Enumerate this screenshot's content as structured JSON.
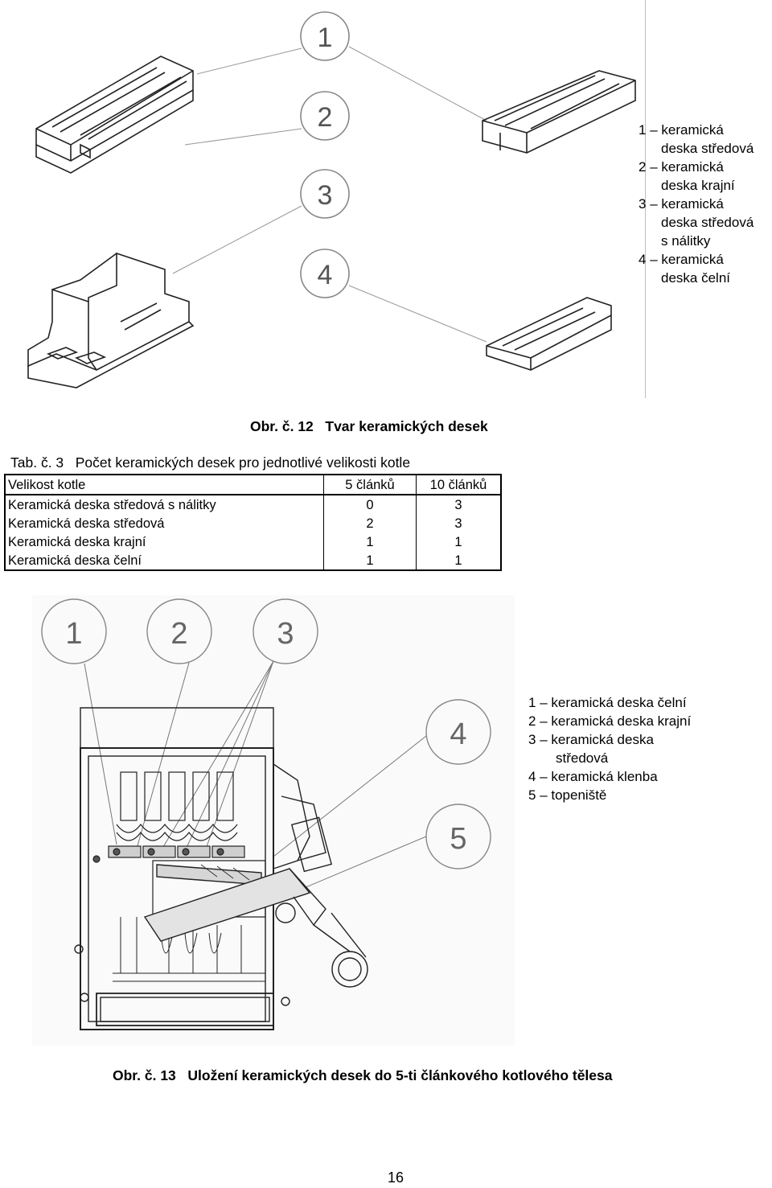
{
  "figure12": {
    "callouts": [
      "1",
      "2",
      "3",
      "4"
    ],
    "legend": [
      {
        "num": "1",
        "text": "keramická",
        "cont": [
          "deska středová"
        ]
      },
      {
        "num": "2",
        "text": "keramická",
        "cont": [
          "deska krajní"
        ]
      },
      {
        "num": "3",
        "text": "keramická",
        "cont": [
          "deska středová",
          "s nálitky"
        ]
      },
      {
        "num": "4",
        "text": "keramická",
        "cont": [
          "deska čelní"
        ]
      }
    ],
    "caption": "Obr. č. 12   Tvar keramických desek"
  },
  "table": {
    "caption_prefix": "Tab. č. 3",
    "caption_title": "Počet keramických desek pro jednotlivé velikosti kotle",
    "headers": [
      "Velikost kotle",
      "5 článků",
      "10 článků"
    ],
    "rows": [
      [
        "Keramická deska středová s nálitky",
        "0",
        "3"
      ],
      [
        "Keramická deska středová",
        "2",
        "3"
      ],
      [
        "Keramická deska krajní",
        "1",
        "1"
      ],
      [
        "Keramická deska čelní",
        "1",
        "1"
      ]
    ]
  },
  "figure13": {
    "callouts": [
      "1",
      "2",
      "3",
      "4",
      "5"
    ],
    "legend": [
      {
        "num": "1",
        "text": "keramická deska čelní",
        "cont": []
      },
      {
        "num": "2",
        "text": "keramická deska krajní",
        "cont": []
      },
      {
        "num": "3",
        "text": "keramická deska",
        "cont": [
          "středová"
        ]
      },
      {
        "num": "4",
        "text": "keramická klenba",
        "cont": []
      },
      {
        "num": "5",
        "text": "topeniště",
        "cont": []
      }
    ],
    "caption": "Obr. č. 13   Uložení keramických desek do 5-ti článkového kotlového tělesa"
  },
  "page_number": "16"
}
